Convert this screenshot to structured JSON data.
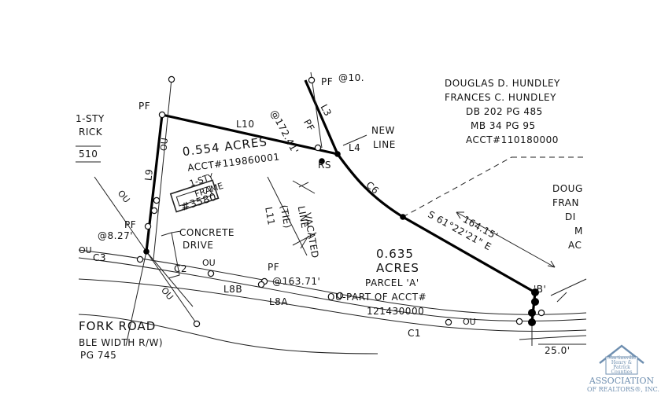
{
  "owner_block": {
    "line1": "DOUGLAS D. HUNDLEY",
    "line2": "FRANCES C. HUNDLEY",
    "line3": "DB 202 PG 485",
    "line4": "MB 34 PG 95",
    "line5": "ACCT#110180000"
  },
  "right_partial": [
    "DOUG",
    "FRAN",
    "DI",
    "M",
    "AC"
  ],
  "parcel_left": {
    "acres": "0.554 ACRES",
    "acct": "ACCT#119860001"
  },
  "parcel_right": {
    "acres1": "0.635",
    "acres2": "ACRES",
    "parcel": "PARCEL 'A'",
    "part": "OU-PART OF ACCT#",
    "acct": "121430000"
  },
  "bearing": {
    "distance": "164.15'",
    "direction": "S 61°22'21\" E"
  },
  "house": {
    "stories": "1-STY",
    "type": "FRAME",
    "number": "#3580"
  },
  "left_house": {
    "stories": "1-STY",
    "type": "RICK",
    "number": "510"
  },
  "drive": {
    "line1": "CONCRETE",
    "line2": "DRIVE"
  },
  "line_labels": {
    "l10": "L10",
    "l9": "L9",
    "l3": "L3",
    "l4": "L4",
    "c6": "C6",
    "c1": "C1",
    "c2": "C2",
    "c3": "C3",
    "l8a": "L8A",
    "l8b": "L8B",
    "l11": "L11",
    "tie": "(TIE)",
    "vacated1": "LINE",
    "vacated2": "VACATED",
    "new_line1": "NEW",
    "new_line2": "LINE",
    "rs": "RS",
    "b": "'B'"
  },
  "marks": {
    "pf": "PF",
    "ou": "OU",
    "dist_172": "@172.41'",
    "dist_8": "@8.27'",
    "dist_163": "@163.71'",
    "dist_top": "@10.",
    "dist_25": "25.0'"
  },
  "road": {
    "name": "FORK ROAD",
    "width": "BLE WIDTH R/W)",
    "pg": "PG 745"
  },
  "logo": {
    "line1": "Martinsville",
    "line2": "Henry &",
    "line3": "Patrick",
    "line4": "Counties",
    "line5": "ASSOCIATION",
    "line6": "OF REALTORS®, INC."
  },
  "colors": {
    "ink": "#111111",
    "logo": "#6f8fb0"
  }
}
